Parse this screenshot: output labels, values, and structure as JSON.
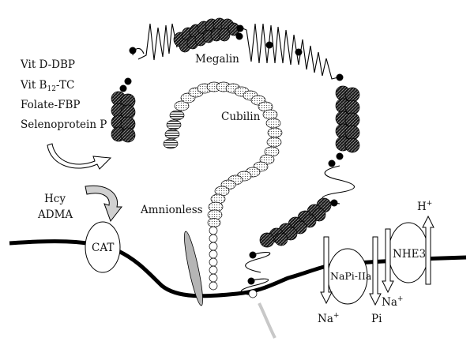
{
  "ligands": {
    "vitd": "Vit D-DBP",
    "vitb12_prefix": "Vit B",
    "vitb12_sub": "12",
    "vitb12_suffix": "-TC",
    "folate": "Folate-FBP",
    "selenoprotein": "Selenoprotein P"
  },
  "substrates": {
    "hcy": "Hcy",
    "adma": "ADMA"
  },
  "proteins": {
    "megalin": "Megalin",
    "cubilin": "Cubilin",
    "amnionless": "Amnionless",
    "cat": "CAT",
    "napi": "NaPi-IIa",
    "nhe3": "NHE3"
  },
  "ions": {
    "h_plus": "H",
    "plus": "+",
    "na1": "Na",
    "pi": "Pi",
    "na2": "Na"
  }
}
